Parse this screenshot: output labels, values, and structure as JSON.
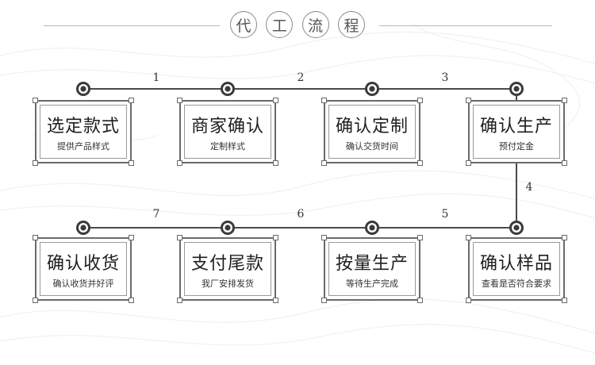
{
  "title_chars": [
    "代",
    "工",
    "流",
    "程"
  ],
  "colors": {
    "line": "#4a4a4a",
    "node_outer": "#3a3a3a",
    "node_ring": "#ffffff",
    "card_border": "#6a6a6a"
  },
  "steps": [
    {
      "title": "选定款式",
      "subtitle": "提供产品样式"
    },
    {
      "title": "商家确认",
      "subtitle": "定制样式"
    },
    {
      "title": "确认定制",
      "subtitle": "确认交货时间"
    },
    {
      "title": "确认生产",
      "subtitle": "预付定金"
    },
    {
      "title": "确认样品",
      "subtitle": "查看是否符合要求"
    },
    {
      "title": "按量生产",
      "subtitle": "等待生产完成"
    },
    {
      "title": "支付尾款",
      "subtitle": "我厂安排发货"
    },
    {
      "title": "确认收货",
      "subtitle": "确认收货并好评"
    }
  ],
  "connectors": [
    "1",
    "2",
    "3",
    "4",
    "5",
    "6",
    "7"
  ]
}
